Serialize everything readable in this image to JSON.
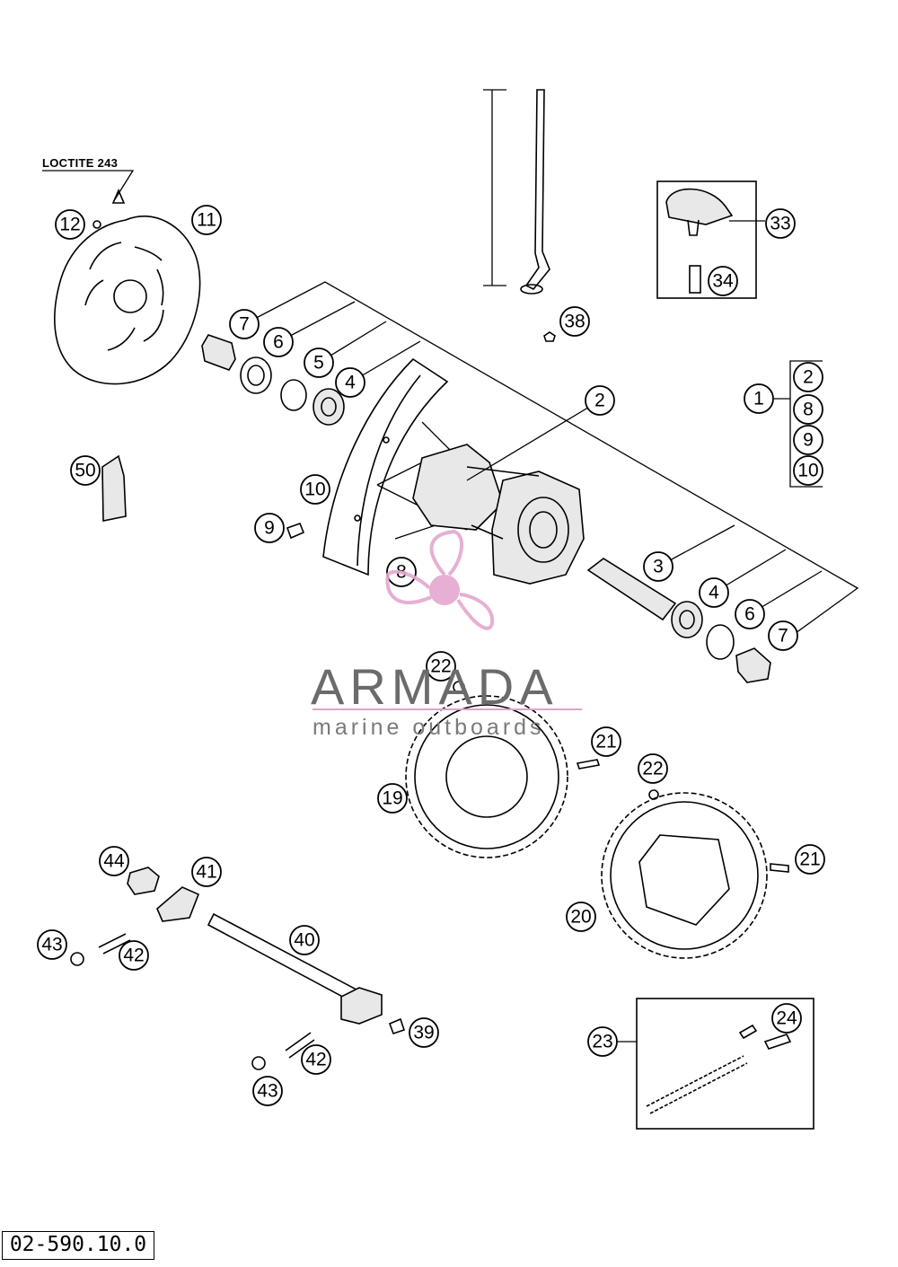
{
  "document_code": "02-590.10.0",
  "annotation": "LOCTITE 243",
  "watermark": {
    "brand": "ARMADA",
    "tagline": "marine outboards",
    "logo": "propeller-logo",
    "color": "#e4a7cf"
  },
  "callouts": [
    {
      "id": "c-12",
      "label": "12"
    },
    {
      "id": "c-11",
      "label": "11"
    },
    {
      "id": "c-7a",
      "label": "7"
    },
    {
      "id": "c-6a",
      "label": "6"
    },
    {
      "id": "c-5",
      "label": "5"
    },
    {
      "id": "c-4a",
      "label": "4"
    },
    {
      "id": "c-2a",
      "label": "2"
    },
    {
      "id": "c-38",
      "label": "38"
    },
    {
      "id": "c-33",
      "label": "33"
    },
    {
      "id": "c-34",
      "label": "34"
    },
    {
      "id": "c-1",
      "label": "1"
    },
    {
      "id": "c-k2",
      "label": "2"
    },
    {
      "id": "c-k8",
      "label": "8"
    },
    {
      "id": "c-k9",
      "label": "9"
    },
    {
      "id": "c-k10",
      "label": "10"
    },
    {
      "id": "c-50",
      "label": "50"
    },
    {
      "id": "c-10",
      "label": "10"
    },
    {
      "id": "c-9",
      "label": "9"
    },
    {
      "id": "c-8",
      "label": "8"
    },
    {
      "id": "c-3",
      "label": "3"
    },
    {
      "id": "c-4b",
      "label": "4"
    },
    {
      "id": "c-6b",
      "label": "6"
    },
    {
      "id": "c-7b",
      "label": "7"
    },
    {
      "id": "c-22a",
      "label": "22"
    },
    {
      "id": "c-21a",
      "label": "21"
    },
    {
      "id": "c-19",
      "label": "19"
    },
    {
      "id": "c-22b",
      "label": "22"
    },
    {
      "id": "c-21b",
      "label": "21"
    },
    {
      "id": "c-20",
      "label": "20"
    },
    {
      "id": "c-44",
      "label": "44"
    },
    {
      "id": "c-41",
      "label": "41"
    },
    {
      "id": "c-43a",
      "label": "43"
    },
    {
      "id": "c-42a",
      "label": "42"
    },
    {
      "id": "c-40",
      "label": "40"
    },
    {
      "id": "c-39",
      "label": "39"
    },
    {
      "id": "c-42b",
      "label": "42"
    },
    {
      "id": "c-43b",
      "label": "43"
    },
    {
      "id": "c-23",
      "label": "23"
    },
    {
      "id": "c-24",
      "label": "24"
    }
  ]
}
